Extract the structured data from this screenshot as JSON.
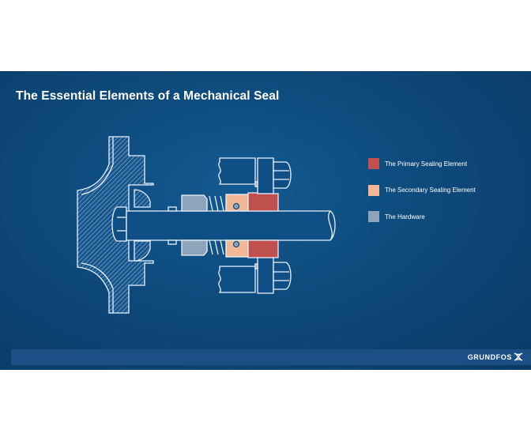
{
  "slide": {
    "title": "The Essential Elements of a Mechanical Seal",
    "background_color": "#0e4a7c"
  },
  "legend": {
    "items": [
      {
        "label": "The Primary Sealing Element",
        "color": "#c0504d"
      },
      {
        "label": "The Secondary Sealing Element",
        "color": "#f2b896"
      },
      {
        "label": "The Hardware",
        "color": "#8da4bb"
      }
    ]
  },
  "diagram": {
    "components": [
      "impeller",
      "shaft",
      "impeller-nut",
      "seal-hardware",
      "spring",
      "secondary-seal",
      "primary-seal-face",
      "gland-plate",
      "bolts",
      "o-rings"
    ]
  },
  "footer": {
    "logo_text": "GRUNDFOS",
    "logo_icon": "grundfos-x-icon"
  }
}
